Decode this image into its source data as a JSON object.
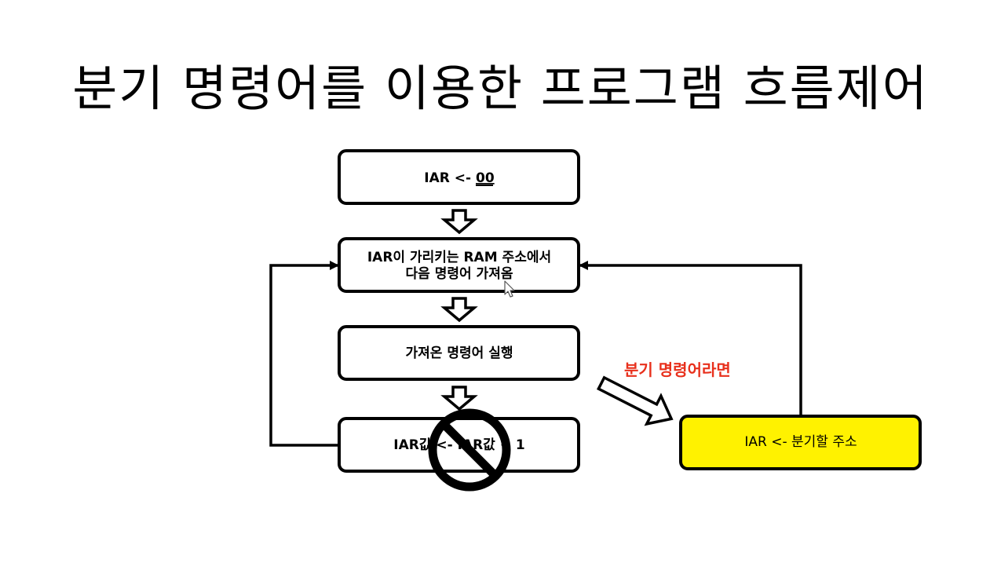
{
  "title": "분기 명령어를 이용한 프로그램 흐름제어",
  "boxes": {
    "init_prefix": "IAR <- ",
    "init_value": "00",
    "fetch_line1": "IAR이 가리키는 RAM 주소에서",
    "fetch_line2": "다음 명령어 가져옴",
    "execute": "가져온 명령어 실행",
    "increment": "IAR값 <- IAR값 + 1",
    "branch": "IAR <- 분기할 주소"
  },
  "branch_label": "분기 명령어라면",
  "colors": {
    "branch_box_fill": "#fff200",
    "branch_label": "#e8301c",
    "stroke": "#000000",
    "prohibit": "#000000"
  },
  "icons": {
    "prohibit": "prohibit-icon",
    "cursor": "mouse-cursor-icon"
  }
}
